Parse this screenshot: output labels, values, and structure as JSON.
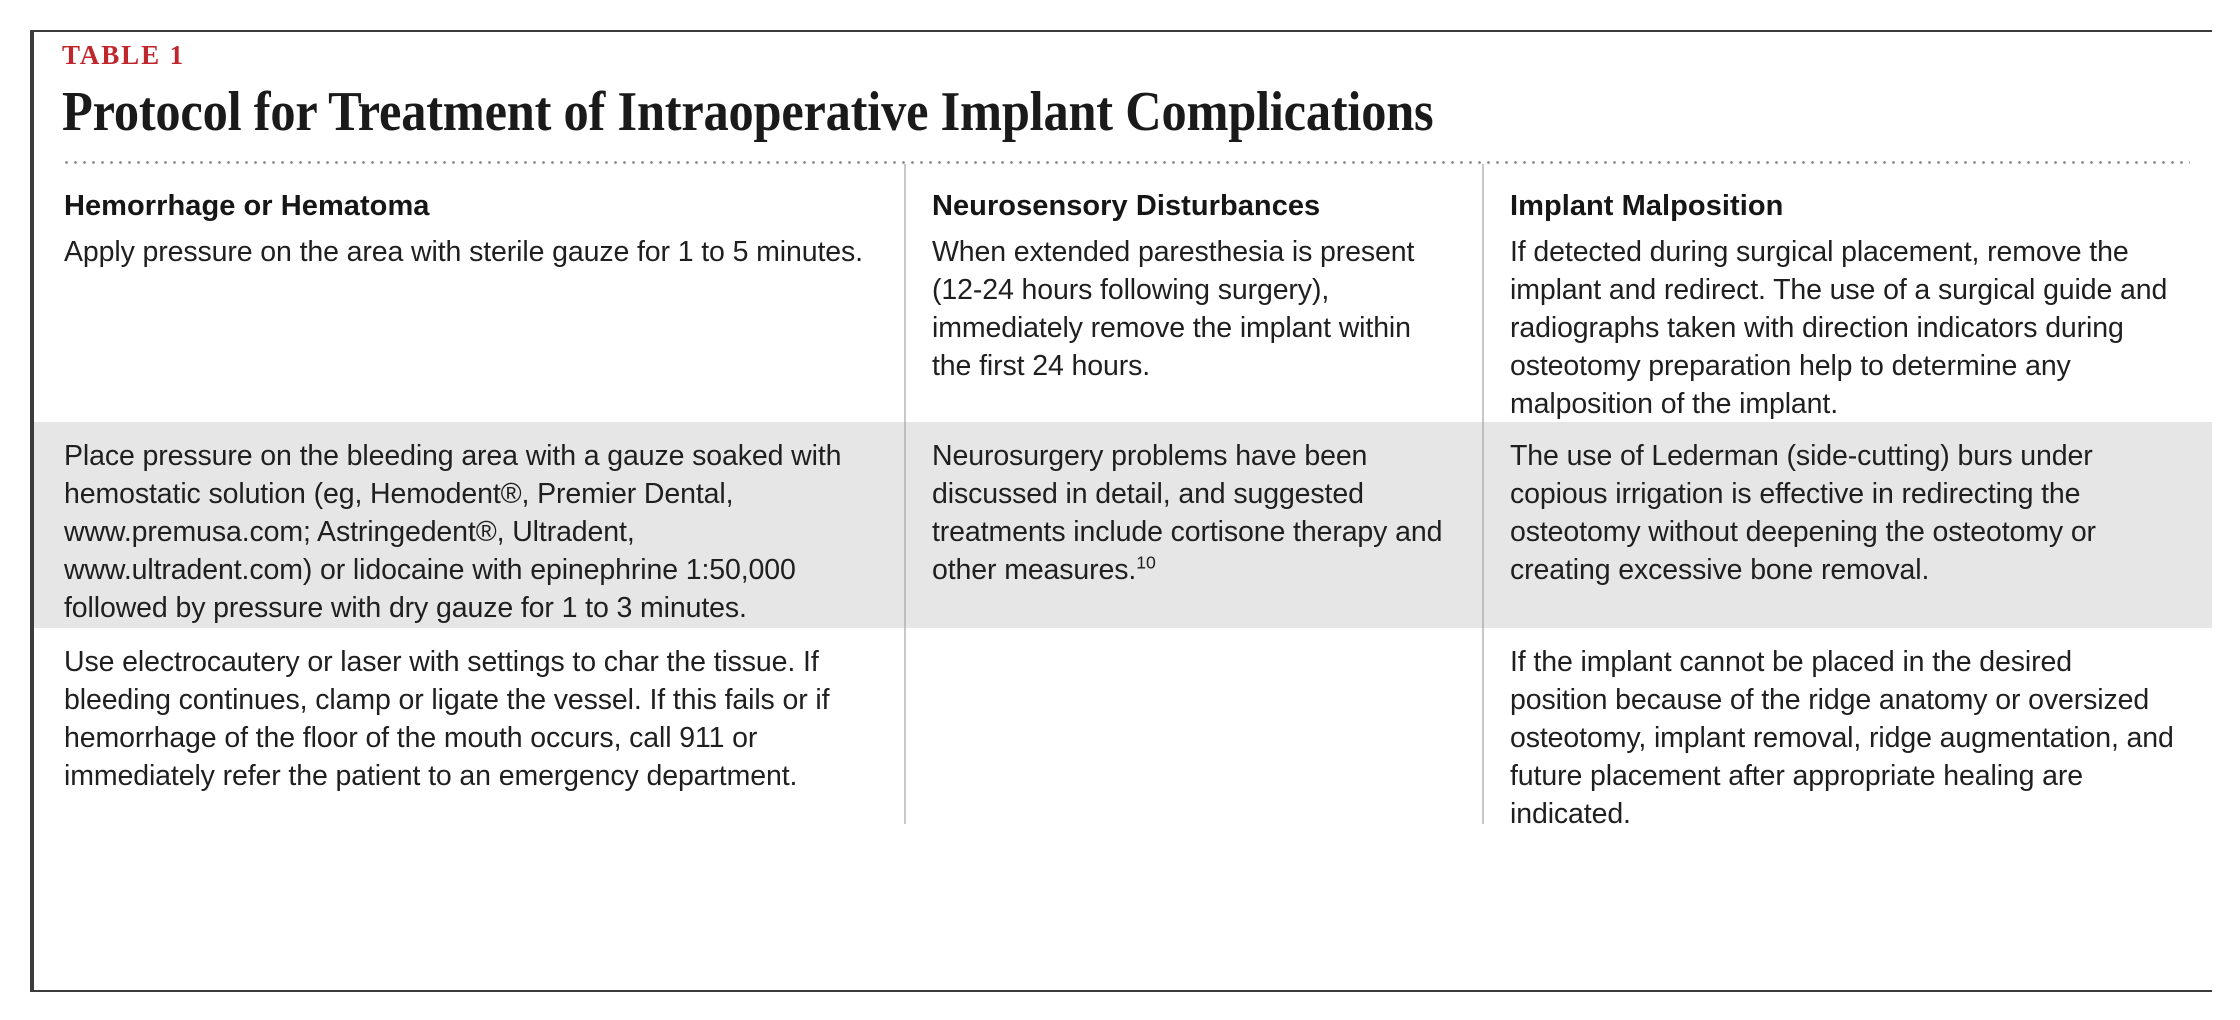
{
  "figure": {
    "kicker": "TABLE 1",
    "title": "Protocol for Treatment of Intraoperative Implant Complications",
    "accent_color": "#c0272d",
    "shaded_row_color": "#e6e6e6",
    "frame_color": "#3b3b3b"
  },
  "table": {
    "columns": [
      {
        "header": "Hemorrhage or Hematoma"
      },
      {
        "header": "Neurosensory Disturbances"
      },
      {
        "header": "Implant Malposition"
      }
    ],
    "rows": [
      {
        "shaded": false,
        "cells": [
          "Apply pressure on the area with sterile gauze for 1 to 5 minutes.",
          "When extended paresthesia is present (12-24 hours following surgery), immediately remove the implant within the first 24 hours.",
          "If detected during surgical placement, remove the implant and redirect. The use of a surgical guide and radiographs taken with direction indicators during osteotomy preparation help to determine any malposition of the implant."
        ]
      },
      {
        "shaded": true,
        "cells": [
          "Place pressure on the bleeding area with a gauze soaked with hemostatic solution (eg, Hemodent®, Premier Dental, www.premusa.com; Astringedent®, Ultradent, www.ultradent.com) or lidocaine with epinephrine 1:50,000 followed by pressure with dry gauze for 1 to 3 minutes.",
          "Neurosurgery problems have been discussed in detail, and suggested treatments include cortisone therapy and other measures.",
          "The use of Lederman (side-cutting) burs under copious irrigation is effective in redirecting the osteotomy without deepening the osteotomy or creating excessive bone removal."
        ],
        "cell2_superscript": "10"
      },
      {
        "shaded": false,
        "cells": [
          "Use electrocautery or laser with settings to char the tissue. If bleeding continues, clamp or ligate the vessel. If this fails or if hemorrhage of the floor of the mouth occurs, call 911 or immediately refer the patient to an emergency department.",
          "",
          "If the implant cannot be placed in the desired position because of the ridge anatomy or oversized osteotomy, implant removal, ridge augmentation, and future placement after appropriate healing are indicated."
        ]
      }
    ]
  }
}
